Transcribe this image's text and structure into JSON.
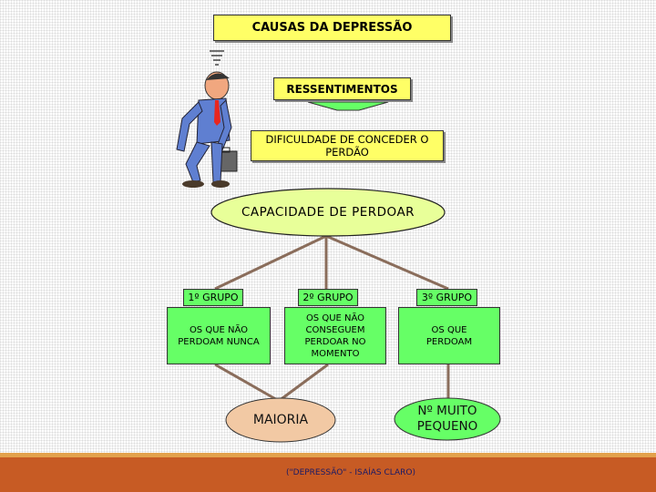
{
  "title": "CAUSAS DA DEPRESSÃO",
  "ressentimentos": "RESSENTIMENTOS",
  "dificuldade": "DIFICULDADE DE CONCEDER O PERDÃO",
  "capacidade": "CAPACIDADE DE PERDOAR",
  "groups": [
    {
      "label": "1º GRUPO",
      "desc": "OS QUE NÃO PERDOAM NUNCA"
    },
    {
      "label": "2º GRUPO",
      "desc": "OS QUE NÃO CONSEGUEM PERDOAR NO MOMENTO"
    },
    {
      "label": "3º GRUPO",
      "desc": "OS QUE PERDOAM"
    }
  ],
  "maioria": "MAIORIA",
  "pequeno": "Nº MUITO PEQUENO",
  "citation": "(\"DEPRESSÃO\" - ISAÍAS CLARO)",
  "colors": {
    "yellow": "#ffff66",
    "green": "#66ff66",
    "footer": "#c75b24"
  }
}
